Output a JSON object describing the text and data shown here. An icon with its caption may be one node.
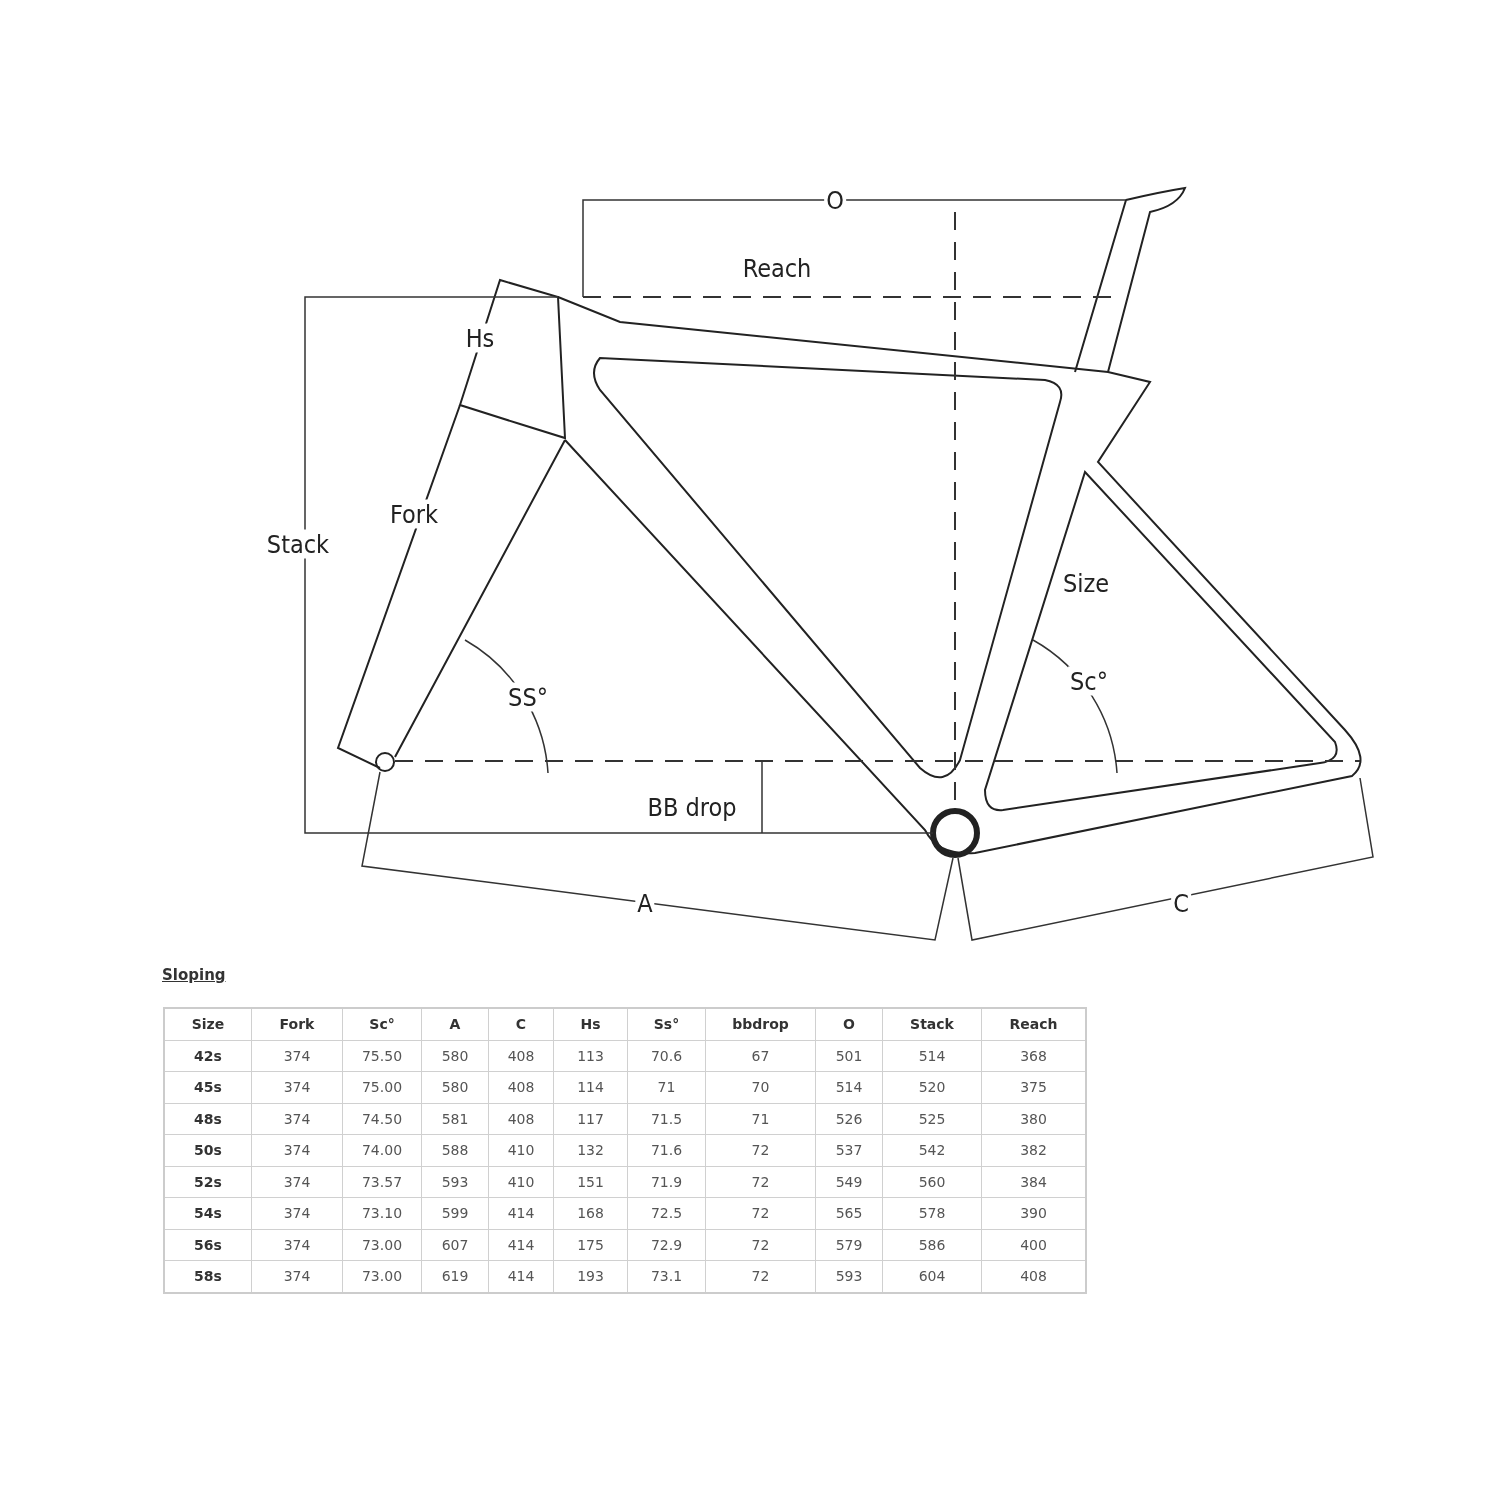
{
  "diagram": {
    "labels": [
      "O",
      "Reach",
      "Hs",
      "Stack",
      "Fork",
      "Size",
      "SS°",
      "Sc°",
      "BB drop",
      "A",
      "C",
      "Sloping",
      "Size",
      "Fork",
      "Sc°",
      "A",
      "C",
      "Hs",
      "Ss°",
      "bbdrop",
      "O",
      "Stack",
      "Reach",
      "42s",
      "374",
      "75.50",
      "580",
      "408",
      "113",
      "70.6",
      "67",
      "501",
      "514",
      "368",
      "45s",
      "374",
      "75.00",
      "580",
      "408",
      "114",
      "71",
      "70",
      "514",
      "520",
      "375",
      "48s",
      "374",
      "74.50",
      "581",
      "408",
      "117",
      "71.5",
      "71",
      "526",
      "525",
      "380",
      "50s",
      "374",
      "74.00",
      "588",
      "410",
      "132",
      "71.6",
      "72",
      "537",
      "542",
      "382",
      "52s",
      "374",
      "73.57",
      "593",
      "410",
      "151",
      "71.9",
      "72",
      "549",
      "560",
      "384",
      "54s",
      "374",
      "73.10",
      "599",
      "414",
      "168",
      "72.5",
      "72",
      "565",
      "578",
      "390",
      "56s",
      "374",
      "73.00",
      "607",
      "414",
      "175",
      "72.9",
      "72",
      "579",
      "586",
      "400",
      "58s",
      "374",
      "73.00",
      "619",
      "414",
      "193",
      "73.1",
      "72",
      "593",
      "604",
      "408"
    ]
  }
}
